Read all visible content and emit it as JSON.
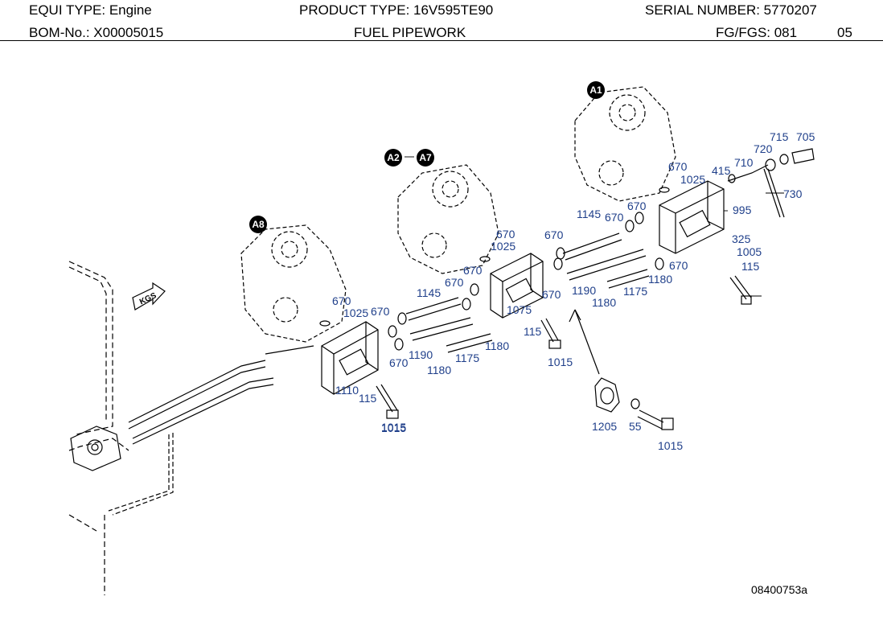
{
  "header": {
    "equi_type": "EQUI TYPE:  Engine",
    "product_type": "PRODUCT TYPE:  16V595TE90",
    "serial_number": "SERIAL NUMBER:  5770207",
    "bom_no": "BOM-No.:  X00005015",
    "title": "FUEL PIPEWORK",
    "fg_fgs": "FG/FGS:  081",
    "sheet": "05"
  },
  "callouts": [
    "A1",
    "A2",
    "A7",
    "A8"
  ],
  "kgs_tag": "KGS",
  "part_labels": [
    "715",
    "705",
    "720",
    "710",
    "415",
    "730",
    "670",
    "1025",
    "995",
    "670",
    "1145",
    "670",
    "325",
    "1005",
    "115",
    "670",
    "1180",
    "1175",
    "1180",
    "1190",
    "670",
    "1015",
    "670",
    "1025",
    "670",
    "670",
    "1145",
    "670",
    "1075",
    "115",
    "1015",
    "1180",
    "1175",
    "1180",
    "1190",
    "670",
    "670",
    "1025",
    "670",
    "1110",
    "115",
    "1015",
    "1205",
    "55",
    "1015"
  ],
  "drawing_ref": "08400753a",
  "colors": {
    "label": "#1f3f8a",
    "line": "#000000"
  }
}
